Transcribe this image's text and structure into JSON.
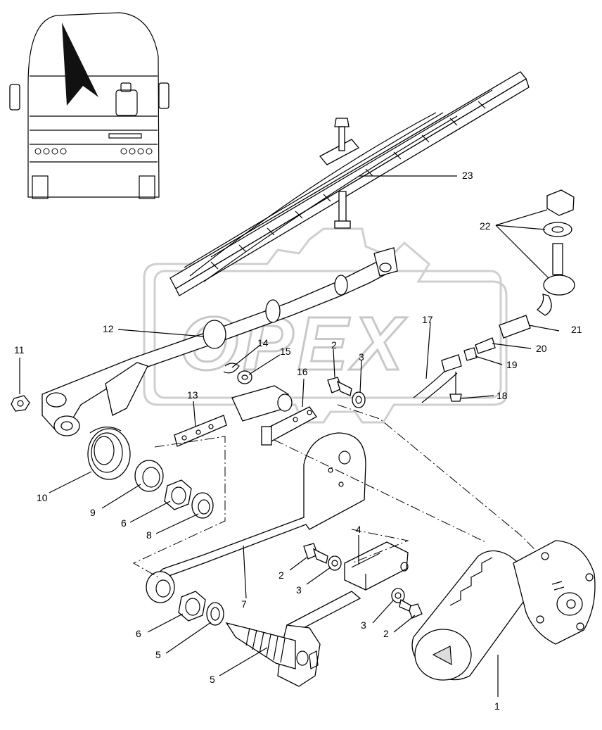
{
  "diagram": {
    "watermark": "OPEX",
    "callouts": [
      {
        "id": "c1",
        "text": "1"
      },
      {
        "id": "c2a",
        "text": "2"
      },
      {
        "id": "c2b",
        "text": "2"
      },
      {
        "id": "c2c",
        "text": "2"
      },
      {
        "id": "c3a",
        "text": "3"
      },
      {
        "id": "c3b",
        "text": "3"
      },
      {
        "id": "c3c",
        "text": "3"
      },
      {
        "id": "c4",
        "text": "4"
      },
      {
        "id": "c5a",
        "text": "5"
      },
      {
        "id": "c5b",
        "text": "5"
      },
      {
        "id": "c6a",
        "text": "6"
      },
      {
        "id": "c6b",
        "text": "6"
      },
      {
        "id": "c7",
        "text": "7"
      },
      {
        "id": "c8",
        "text": "8"
      },
      {
        "id": "c9",
        "text": "9"
      },
      {
        "id": "c10",
        "text": "10"
      },
      {
        "id": "c11",
        "text": "11"
      },
      {
        "id": "c12",
        "text": "12"
      },
      {
        "id": "c13",
        "text": "13"
      },
      {
        "id": "c14",
        "text": "14"
      },
      {
        "id": "c15",
        "text": "15"
      },
      {
        "id": "c16",
        "text": "16"
      },
      {
        "id": "c17",
        "text": "17"
      },
      {
        "id": "c18",
        "text": "18"
      },
      {
        "id": "c19",
        "text": "19"
      },
      {
        "id": "c20",
        "text": "20"
      },
      {
        "id": "c21",
        "text": "21"
      },
      {
        "id": "c22",
        "text": "22"
      },
      {
        "id": "c23",
        "text": "23"
      }
    ]
  }
}
